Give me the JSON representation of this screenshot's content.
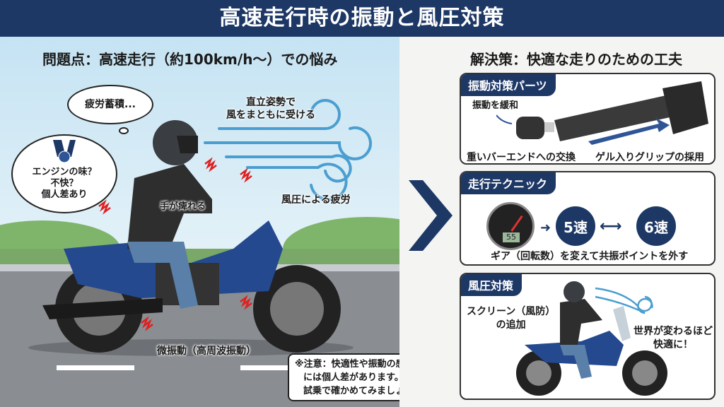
{
  "header": {
    "title": "高速走行時の振動と風圧対策"
  },
  "colors": {
    "navy": "#1e3866",
    "wind": "#4a9ed0",
    "vibration": "#e02020",
    "sky": "#c5e3f3",
    "road": "#8a8d91"
  },
  "problem": {
    "heading": "問題点：高速走行（約100km/h〜）での悩み",
    "thought_bubble": "疲労蓄積...",
    "engine_bubble": [
      "エンジンの味？",
      "不快？",
      "個人差あり"
    ],
    "posture": [
      "直立姿勢で",
      "風をまともに受ける"
    ],
    "wind_fatigue": "風圧による疲労",
    "hand_numb": "手が痺れる",
    "micro_vibration": "微振動（高周波振動）",
    "note": [
      "※注意：快適性や振動の感じ方",
      "には個人差があります。",
      "試乗で確かめてみましょう。"
    ]
  },
  "solution": {
    "heading": "解決策：快適な走りのための工夫",
    "parts": {
      "tab": "振動対策パーツ",
      "callout": "振動を緩和",
      "caption_left": "重いバーエンドへの交換",
      "caption_right": "ゲル入りグリップの採用"
    },
    "technique": {
      "tab": "走行テクニック",
      "gauge_display": "55",
      "gear_a": "5速",
      "gear_b": "6速",
      "caption": "ギア（回転数）を変えて共振ポイントを外す"
    },
    "wind": {
      "tab": "風圧対策",
      "screen": [
        "スクリーン（風防）",
        "の追加"
      ],
      "result": [
        "世界が変わるほど",
        "快適に！"
      ]
    }
  }
}
